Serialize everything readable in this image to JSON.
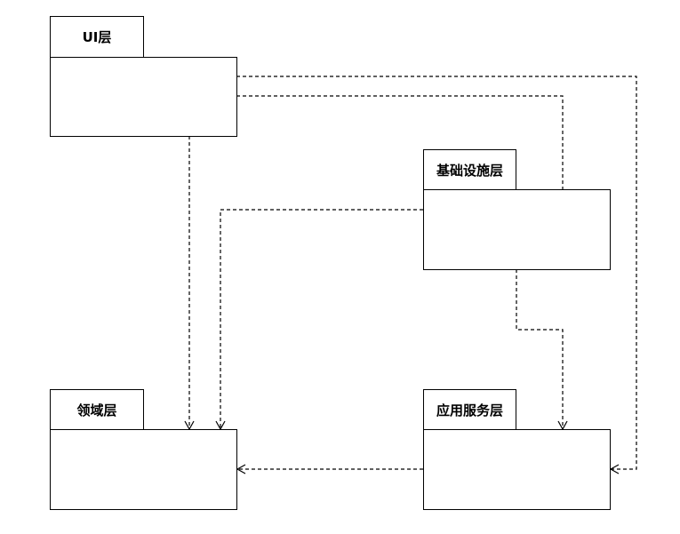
{
  "packages": {
    "ui": {
      "label": "UI层"
    },
    "infrastructure": {
      "label": "基础设施层"
    },
    "domain": {
      "label": "领域层"
    },
    "application": {
      "label": "应用服务层"
    }
  }
}
